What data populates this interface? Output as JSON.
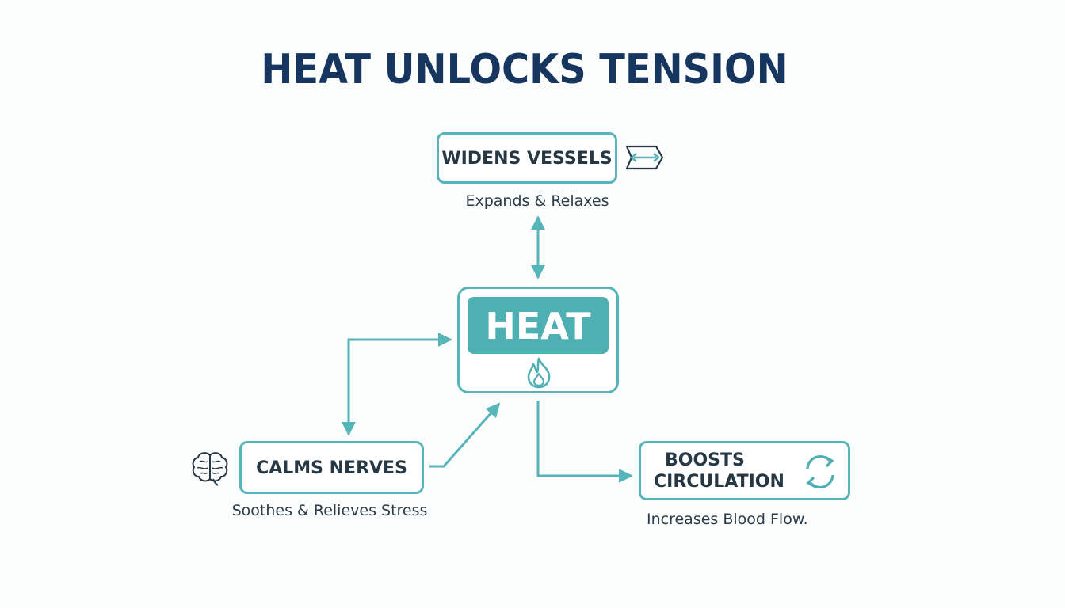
{
  "title": "HEAT UNLOCKS TENSION",
  "colors": {
    "title": "#16365f",
    "accent": "#56b5b9",
    "text": "#273845",
    "background": "#fbfcfc"
  },
  "center": {
    "label": "HEAT",
    "icon": "flame-icon"
  },
  "nodes": {
    "widens": {
      "label": "WIDENS VESSELS",
      "caption": "Expands & Relaxes",
      "icon": "double-arrow-icon"
    },
    "calms": {
      "label": "CALMS NERVES",
      "caption": "Soothes & Relieves Stress",
      "icon": "brain-icon"
    },
    "boosts": {
      "label_line1": "BOOSTS",
      "label_line2": "CIRCULATION",
      "caption": "Increases Blood Flow.",
      "icon": "cycle-icon"
    }
  }
}
